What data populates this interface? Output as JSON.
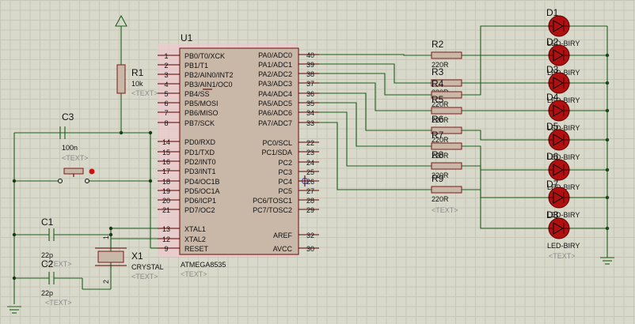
{
  "placeholder": "<TEXT>",
  "mcu": {
    "ref": "U1",
    "part": "ATMEGA8535",
    "left_pins": [
      {
        "num": "1",
        "name": "PB0/T0/XCK"
      },
      {
        "num": "2",
        "name": "PB1/T1"
      },
      {
        "num": "3",
        "name": "PB2/AIN0/INT2"
      },
      {
        "num": "4",
        "name": "PB3/AIN1/OC0"
      },
      {
        "num": "5",
        "name": "PB4/SS"
      },
      {
        "num": "6",
        "name": "PB5/MOSI"
      },
      {
        "num": "7",
        "name": "PB6/MISO"
      },
      {
        "num": "8",
        "name": "PB7/SCK"
      },
      {
        "num": "14",
        "name": "PD0/RXD"
      },
      {
        "num": "15",
        "name": "PD1/TXD"
      },
      {
        "num": "16",
        "name": "PD2/INT0"
      },
      {
        "num": "17",
        "name": "PD3/INT1"
      },
      {
        "num": "18",
        "name": "PD4/OC1B"
      },
      {
        "num": "19",
        "name": "PD5/OC1A"
      },
      {
        "num": "20",
        "name": "PD6/ICP1"
      },
      {
        "num": "21",
        "name": "PD7/OC2"
      },
      {
        "num": "13",
        "name": "XTAL1"
      },
      {
        "num": "12",
        "name": "XTAL2"
      },
      {
        "num": "9",
        "name": "RESET"
      }
    ],
    "right_pins": [
      {
        "num": "40",
        "name": "PA0/ADC0"
      },
      {
        "num": "39",
        "name": "PA1/ADC1"
      },
      {
        "num": "38",
        "name": "PA2/ADC2"
      },
      {
        "num": "37",
        "name": "PA3/ADC3"
      },
      {
        "num": "36",
        "name": "PA4/ADC4"
      },
      {
        "num": "35",
        "name": "PA5/ADC5"
      },
      {
        "num": "34",
        "name": "PA6/ADC6"
      },
      {
        "num": "33",
        "name": "PA7/ADC7"
      },
      {
        "num": "22",
        "name": "PC0/SCL"
      },
      {
        "num": "23",
        "name": "PC1/SDA"
      },
      {
        "num": "24",
        "name": "PC2"
      },
      {
        "num": "25",
        "name": "PC3"
      },
      {
        "num": "26",
        "name": "PC4"
      },
      {
        "num": "27",
        "name": "PC5"
      },
      {
        "num": "28",
        "name": "PC6/TOSC1"
      },
      {
        "num": "29",
        "name": "PC7/TOSC2"
      },
      {
        "num": "32",
        "name": "AREF"
      },
      {
        "num": "30",
        "name": "AVCC"
      }
    ]
  },
  "r1": {
    "ref": "R1",
    "value": "10k"
  },
  "c3": {
    "ref": "C3",
    "value": "100n"
  },
  "c1": {
    "ref": "C1",
    "value": "22p"
  },
  "c2": {
    "ref": "C2",
    "value": "22p"
  },
  "x1": {
    "ref": "X1",
    "value": "CRYSTAL",
    "pin1": "1",
    "pin2": "2"
  },
  "resistors": [
    {
      "ref": "R2",
      "value": "220R"
    },
    {
      "ref": "R3",
      "value": "220R"
    },
    {
      "ref": "R4",
      "value": "220R"
    },
    {
      "ref": "R5",
      "value": "220R"
    },
    {
      "ref": "R6",
      "value": "220R"
    },
    {
      "ref": "R7",
      "value": "220R"
    },
    {
      "ref": "R8",
      "value": "220R"
    },
    {
      "ref": "R9",
      "value": "220R"
    }
  ],
  "leds": [
    {
      "ref": "D1",
      "value": "LED-BIRY"
    },
    {
      "ref": "D2",
      "value": "LED-BIRY"
    },
    {
      "ref": "D3",
      "value": "LED-BIRY"
    },
    {
      "ref": "D4",
      "value": "LED-BIRY"
    },
    {
      "ref": "D5",
      "value": "LED-BIRY"
    },
    {
      "ref": "D6",
      "value": "LED-BIRY"
    },
    {
      "ref": "D7",
      "value": "LED-BIRY"
    },
    {
      "ref": "D8",
      "value": "LED-BIRY"
    }
  ],
  "colors": {
    "wire": "#1a5e1a",
    "body": "#c9b8a8",
    "body_outline": "#7a1a1a",
    "led": "#b01010",
    "grid": "#c6c6b6",
    "background": "#d9d9cb"
  }
}
